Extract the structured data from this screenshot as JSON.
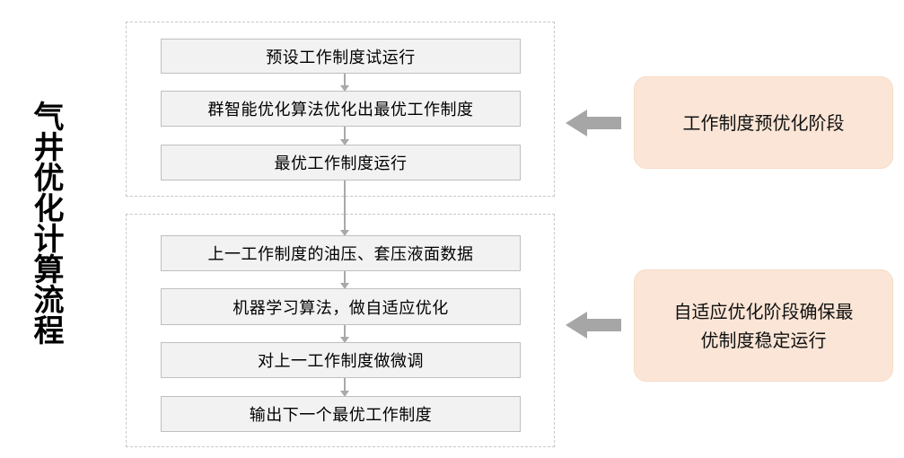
{
  "title": {
    "vertical_label": "气井优化计算流程"
  },
  "groups": [
    {
      "id": "pre-optimization",
      "steps": [
        "预设工作制度试运行",
        "群智能优化算法优化出最优工作制度",
        "最优工作制度运行"
      ]
    },
    {
      "id": "adaptive-optimization",
      "steps": [
        "上一工作制度的油压、套压液面数据",
        "机器学习算法，做自适应优化",
        "对上一工作制度做微调",
        "输出下一个最优工作制度"
      ]
    }
  ],
  "steps_flat": [
    "预设工作制度试运行",
    "群智能优化算法优化出最优工作制度",
    "最优工作制度运行",
    "上一工作制度的油压、套压液面数据",
    "机器学习算法，做自适应优化",
    "对上一工作制度做微调",
    "输出下一个最优工作制度"
  ],
  "callouts": [
    {
      "label": "工作制度预优化阶段"
    },
    {
      "label": "自适应优化阶段确保最\n优制度稳定运行"
    }
  ],
  "icons": {
    "arrow_left": "left-block-arrow",
    "arrow_down": "down-connector-arrow"
  },
  "colors": {
    "box_fill": "#F2F2F2",
    "box_border": "#BFBFBF",
    "callout_fill": "#FBE5D6",
    "callout_border": "#F7DCC8",
    "arrow_gray": "#A6A6A6",
    "connector_gray": "#A9A9A9",
    "group_dash": "#C8C8C8",
    "text": "#111111",
    "background": "#FFFFFF"
  }
}
